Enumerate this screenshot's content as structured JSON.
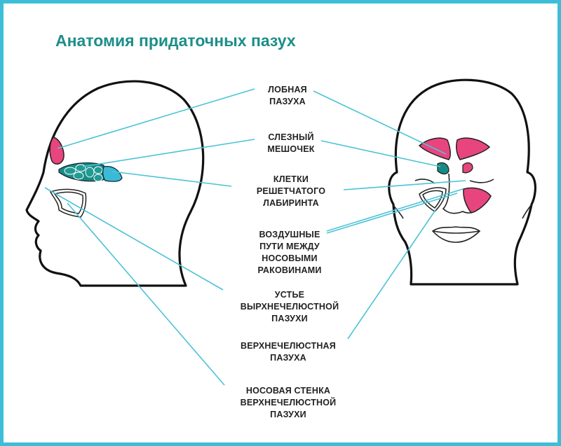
{
  "title": "Анатомия придаточных пазух",
  "labels": [
    {
      "id": "frontal",
      "lines": [
        "ЛОБНАЯ",
        "ПАЗУХА"
      ]
    },
    {
      "id": "lacrimal",
      "lines": [
        "СЛЕЗНЫЙ",
        "МЕШОЧЕК"
      ]
    },
    {
      "id": "ethmoid",
      "lines": [
        "КЛЕТКИ",
        "РЕШЕТЧАТОГО",
        "ЛАБИРИНТА"
      ]
    },
    {
      "id": "meatus",
      "lines": [
        "ВОЗДУШНЫЕ",
        "ПУТИ МЕЖДУ",
        "НОСОВЫМИ",
        "РАКОВИНАМИ"
      ]
    },
    {
      "id": "ostium",
      "lines": [
        "УСТЬЕ",
        "ВЫРХНЕЧЕЛЮСТНОЙ",
        "ПАЗУХИ"
      ]
    },
    {
      "id": "maxillary",
      "lines": [
        "ВЕРХНЕЧЕЛЮСТНАЯ",
        "ПАЗУХА"
      ]
    },
    {
      "id": "nasal-wall",
      "lines": [
        "НОСОВАЯ СТЕНКА",
        "ВЕРХНЕЧЕЛЮСТНОЙ",
        "ПАЗУХИ"
      ]
    }
  ],
  "colors": {
    "frame": "#3dbdd8",
    "title": "#1c8e89",
    "pink": "#e8457f",
    "teal": "#178a84",
    "lightblue": "#3bbad6",
    "leader": "#4cc3d6"
  }
}
